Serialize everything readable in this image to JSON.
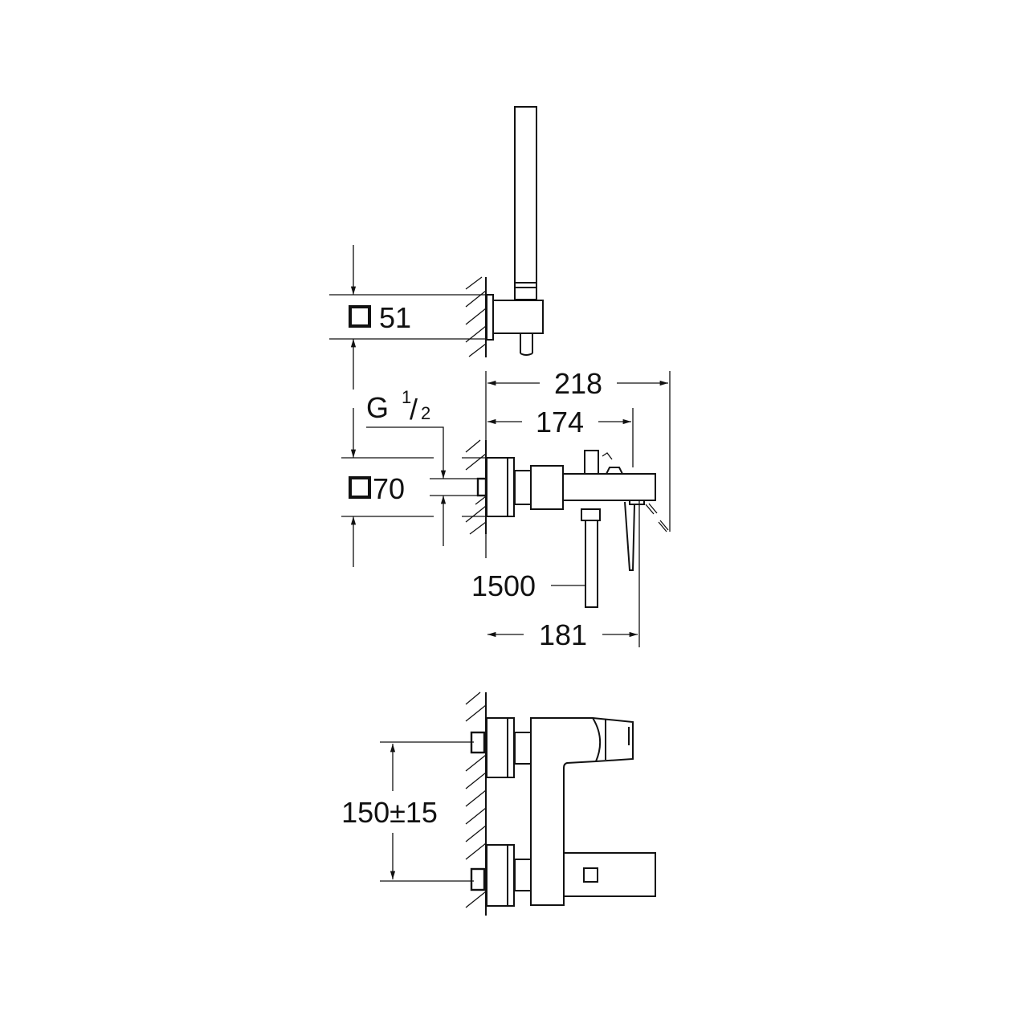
{
  "dimensions": {
    "square_top": "51",
    "square_mid": "70",
    "thread": {
      "prefix": "G",
      "num": "1",
      "den": "2"
    },
    "overall_depth": "218",
    "spout_depth": "174",
    "lever_depth": "181",
    "hose_length": "1500",
    "centres": "150±15"
  },
  "colors": {
    "line": "#111111",
    "background": "#ffffff"
  }
}
